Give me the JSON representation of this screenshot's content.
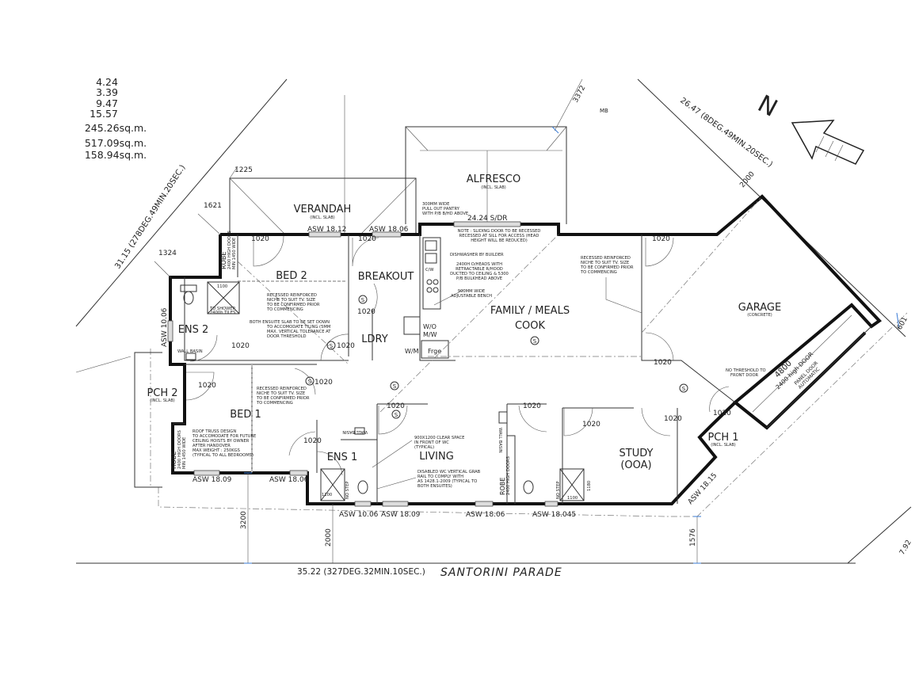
{
  "areas": [
    "4.24",
    "3.39",
    "9.47",
    "15.57",
    "245.26sq.m.",
    "517.09sq.m.",
    "158.94sq.m."
  ],
  "rooms": {
    "verandah": {
      "label": "VERANDAH",
      "sub": "(INCL. SLAB)"
    },
    "alfresco": {
      "label": "ALFRESCO",
      "sub": "(INCL. SLAB)"
    },
    "bed2": {
      "label": "BED 2"
    },
    "breakout": {
      "label": "BREAKOUT"
    },
    "family": {
      "label": "FAMILY / MEALS"
    },
    "cook": {
      "label": "COOK"
    },
    "garage": {
      "label": "GARAGE",
      "sub": "(CONCRETE)"
    },
    "ens2": {
      "label": "ENS 2"
    },
    "ldry": {
      "label": "LDRY"
    },
    "pch2": {
      "label": "PCH 2",
      "sub": "(INCL. SLAB)"
    },
    "bed1": {
      "label": "BED 1"
    },
    "ens1": {
      "label": "ENS 1"
    },
    "living": {
      "label": "LIVING"
    },
    "study": {
      "label": "STUDY",
      "sub2": "(OOA)"
    },
    "pch1": {
      "label": "PCH 1",
      "sub": "(INCL. SLAB)"
    }
  },
  "notes": {
    "pantry": [
      "300MM WIDE",
      "PULL OUT PANTRY",
      "WITH P/B B/HD ABOVE"
    ],
    "sliding_door": [
      "NOTE : SLIDING DOOR TO BE RECESSED",
      "RECESSED AT SILL FOR ACCESS (HEAD",
      "HEIGHT WILL BE REDUCED)"
    ],
    "dishwasher": [
      "DISHWASHER BY BUILDER"
    ],
    "rangehood": [
      "2400H O/HEADS WITH",
      "RETRACTABLE R/HOOD",
      "DUCTED TO CEILING & 5300",
      "P/B BULKHEAD ABOVE"
    ],
    "bench": [
      "900MM WIDE",
      "ADJUSTABLE BENCH"
    ],
    "niche_family": [
      "RECESSED REINFORCED",
      "NICHE TO SUIT TV. SIZE",
      "TO BE CONFIRMED PRIOR",
      "TO COMMENCING"
    ],
    "niche_bed2": [
      "RECESSED REINFORCED",
      "NICHE TO SUIT TV. SIZE",
      "TO BE CONFIRMED PRIOR",
      "TO COMMENCING"
    ],
    "ensuite_slab": [
      "BOTH ENSUITE SLAB TO BE SET DOWN",
      "TO ACCOMODATE TILING (5MM",
      "MAX. VERTICAL TOLERANCE AT",
      "DOOR THRESHOLD"
    ],
    "niche_bed1": [
      "RECESSED REINFORCED",
      "NICHE TO SUIT TV. SIZE",
      "TO BE CONFIRMED PRIOR",
      "TO COMMENCING"
    ],
    "roof_truss": [
      "ROOF TRUSS DESIGN",
      "TO ACCOMODATE FOR FUTURE",
      "CEILING HOISTS BY OWNER",
      "AFTER HANDOVER",
      "MAX WEIGHT : 250KGS",
      "(TYPICAL TO ALL BEDROOMS)"
    ],
    "clear_space": [
      "900X1200 CLEAR SPACE",
      "IN FRONT OF WC",
      "(TYPICAL)"
    ],
    "grab_rail": [
      "DISABLED WC VERTICAL GRAB",
      "RAIL TO COMPLY WITH",
      "AS 1428.1-2009 (TYPICAL TO",
      "BOTH ENSUITES)"
    ],
    "threshold": [
      "NO THRESHOLD TO",
      "FRONT DOOR"
    ],
    "garage_door": [
      "4800",
      "2400 high DOOR",
      "PANEL DOOR",
      "AUTOMATIC"
    ],
    "robe_doors": [
      "ROBE",
      "2400 HIGH DOORS",
      "MIN 1450 WIDE"
    ],
    "shower": [
      "TO SHOWER",
      "2400h TILES"
    ],
    "wall_basin": "WALL BASIN",
    "no_step": "NO STEP",
    "wm": "W/M",
    "frge": "Frge",
    "wo_mw": [
      "W/O",
      "M/W"
    ],
    "cw": "C/W"
  },
  "doors": {
    "d1020": "1020",
    "d1100": "1100",
    "d1180": "1180"
  },
  "openings": {
    "sdr": "24.24 S/DR",
    "asw_1812": "ASW 18.12",
    "asw_1806a": "ASW 18.06",
    "asw_1006a": "ASW 10.06",
    "asw_1809a": "ASW 18.09",
    "asw_1806b": "ASW 18.06",
    "asw_1006b": "ASW 10.06",
    "asw_1809b": "ASW 18.09",
    "asw_1806c": "ASW 18.06",
    "asw_18045": "ASW 18.045",
    "asw_1815": "ASW 18.15"
  },
  "dimensions": {
    "d3372": "3372",
    "d1225": "1225",
    "d1621": "1621",
    "d1324": "1324",
    "d2000_top": "2000",
    "d601": "601",
    "d3200": "3200",
    "d2000_bottom": "2000",
    "d1576": "1576",
    "d792": "7.92"
  },
  "boundaries": {
    "left": "31.15 (278DEG.49MIN.20SEC.)",
    "top_right": "26.47 (8DEG.49MIN.20SEC.)",
    "bottom": "35.22 (327DEG.32MIN.10SEC.)"
  },
  "street": "SANTORINI PARADE",
  "mb": "MB",
  "north": "N",
  "symbol_s": "S"
}
